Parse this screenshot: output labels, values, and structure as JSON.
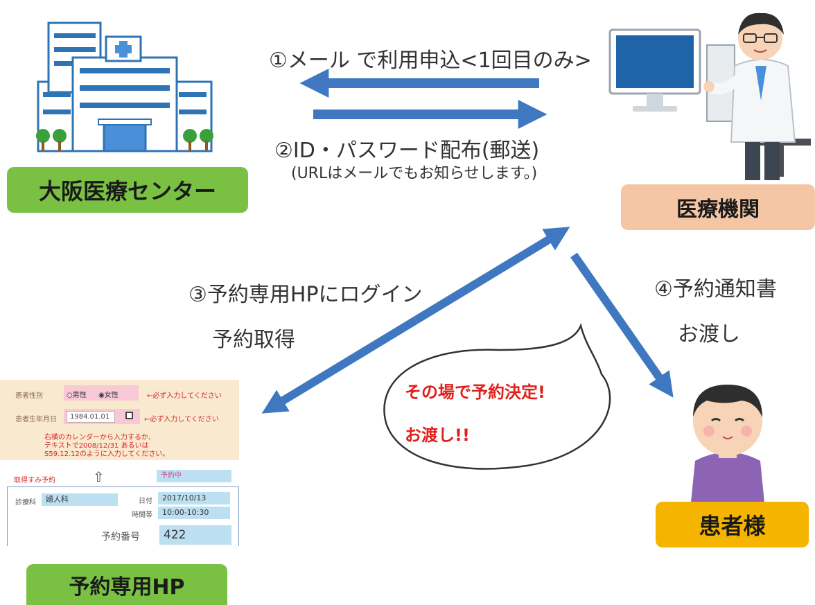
{
  "nodes": {
    "hospital": {
      "label": "大阪医療センター"
    },
    "clinic": {
      "label": "医療機関"
    },
    "patient": {
      "label": "患者様"
    },
    "website": {
      "label": "予約専用HP"
    }
  },
  "steps": {
    "step1": "①メール で利用申込<1回目のみ>",
    "step2": "②ID・パスワード配布(郵送)",
    "step2_note": "(URLはメールでもお知らせします。)",
    "step3_line1": "③予約専用HPにログイン",
    "step3_line2": "予約取得",
    "step4_line1": "④予約通知書",
    "step4_line2": "お渡し"
  },
  "bubble": {
    "line1": "その場で予約決定!",
    "line2": "お渡し!!"
  },
  "form": {
    "gender_label": "患者性別",
    "gender_male": "○男性",
    "gender_female": "◉女性",
    "gender_note": "←必ず入力してください",
    "dob_label": "患者生年月日",
    "dob_value": "1984.01.01",
    "dob_note": "←必ず入力してください",
    "help_line1": "右横のカレンダーから入力するか、",
    "help_line2": "テキストで2008/12/31 あるいは",
    "help_line3": "S59.12.12のように入力してください。",
    "booked_title": "取得すみ予約",
    "status": "予約中",
    "dept_label": "診療科",
    "dept_value": "婦人科",
    "date_label": "日付",
    "date_value": "2017/10/13",
    "time_label": "時間帯",
    "time_value": "10:00-10:30",
    "number_label": "予約番号",
    "number_value": "422"
  },
  "colors": {
    "arrow": "#3f78c0",
    "node_green": "#7ac143",
    "node_peach": "#f5c6a5",
    "node_orange": "#f4b400",
    "bubble_text": "#e0201b"
  },
  "icons": [
    "hospital-building-icon",
    "doctor-at-computer-icon",
    "patient-boy-icon",
    "up-arrow-icon"
  ]
}
